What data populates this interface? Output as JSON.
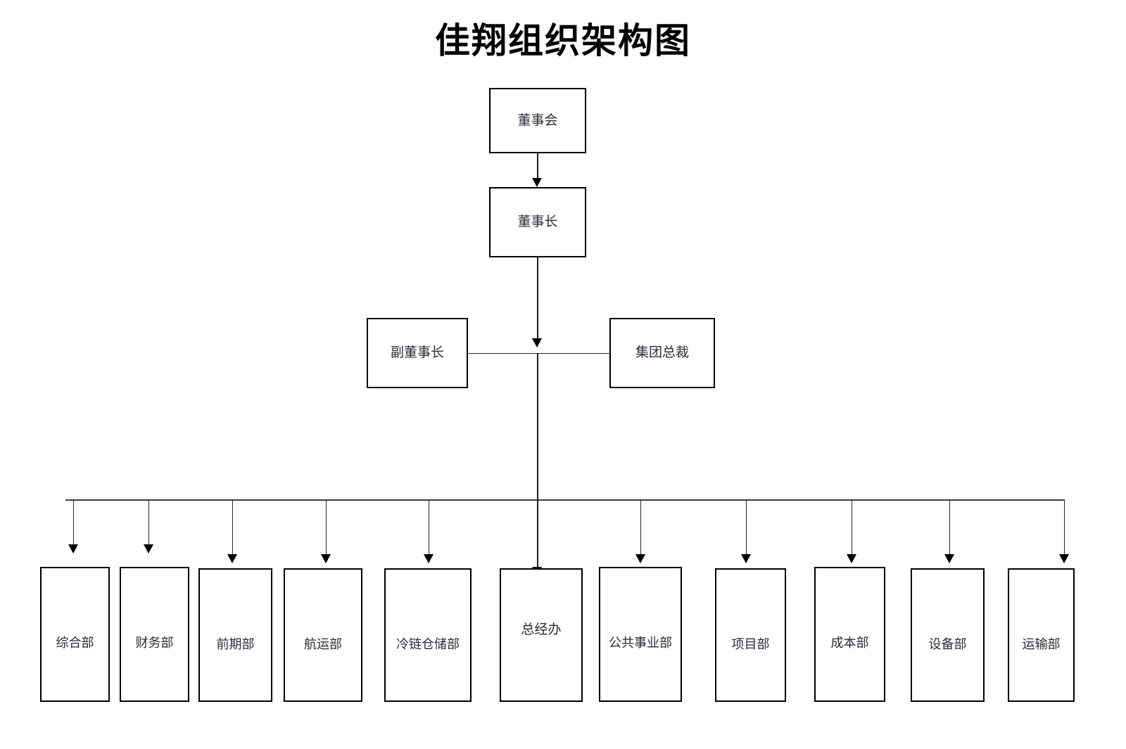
{
  "page": {
    "title": "佳翔组织架构图",
    "background_color": "#ffffff",
    "line_color": "#1c1c1c",
    "box_border_color": "#000000",
    "text_color": "#2b2b33"
  },
  "nodes": {
    "board": {
      "label": "董事会"
    },
    "chairman": {
      "label": "董事长"
    },
    "vice_chairman": {
      "label": "副董事长"
    },
    "group_president": {
      "label": "集团总裁"
    }
  },
  "departments": [
    {
      "label": "综合部"
    },
    {
      "label": "财务部"
    },
    {
      "label": "前期部"
    },
    {
      "label": "航运部"
    },
    {
      "label": "冷链仓储部"
    },
    {
      "label": "总经办"
    },
    {
      "label": "公共事业部"
    },
    {
      "label": "项目部"
    },
    {
      "label": "成本部"
    },
    {
      "label": "设备部"
    },
    {
      "label": "运输部"
    }
  ]
}
